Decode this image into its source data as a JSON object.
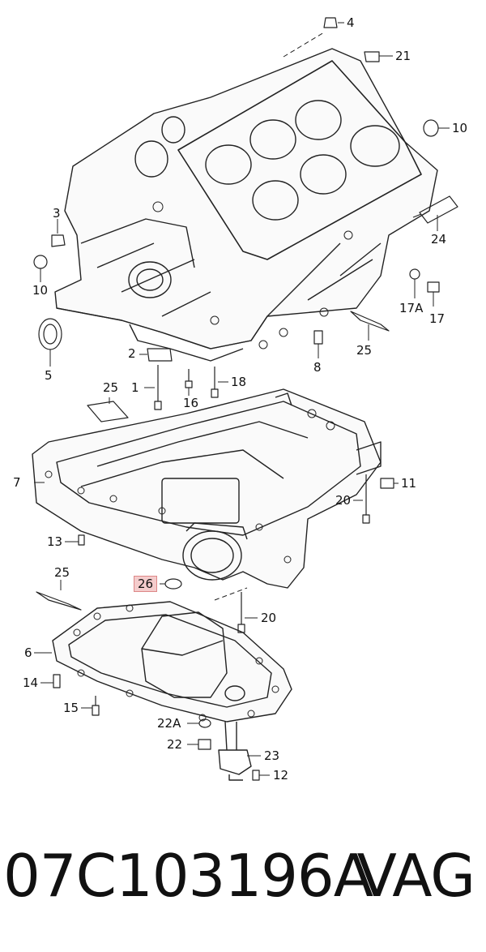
{
  "callouts": [
    {
      "id": "4",
      "label": "4"
    },
    {
      "id": "21",
      "label": "21"
    },
    {
      "id": "10a",
      "label": "10"
    },
    {
      "id": "3",
      "label": "3"
    },
    {
      "id": "10b",
      "label": "10"
    },
    {
      "id": "24",
      "label": "24"
    },
    {
      "id": "17A",
      "label": "17A"
    },
    {
      "id": "17",
      "label": "17"
    },
    {
      "id": "5",
      "label": "5"
    },
    {
      "id": "2",
      "label": "2"
    },
    {
      "id": "25a",
      "label": "25"
    },
    {
      "id": "8",
      "label": "8"
    },
    {
      "id": "1",
      "label": "1"
    },
    {
      "id": "16",
      "label": "16"
    },
    {
      "id": "18",
      "label": "18"
    },
    {
      "id": "25b",
      "label": "25"
    },
    {
      "id": "7",
      "label": "7"
    },
    {
      "id": "11",
      "label": "11"
    },
    {
      "id": "20a",
      "label": "20"
    },
    {
      "id": "13",
      "label": "13"
    },
    {
      "id": "25c",
      "label": "25"
    },
    {
      "id": "26",
      "label": "26"
    },
    {
      "id": "20b",
      "label": "20"
    },
    {
      "id": "6",
      "label": "6"
    },
    {
      "id": "14",
      "label": "14"
    },
    {
      "id": "15",
      "label": "15"
    },
    {
      "id": "22A",
      "label": "22A"
    },
    {
      "id": "22",
      "label": "22"
    },
    {
      "id": "23",
      "label": "23"
    },
    {
      "id": "12",
      "label": "12"
    }
  ],
  "footer": {
    "part_number": "07C103196A",
    "brand": "VAG"
  },
  "highlight_color": "#f4cccc"
}
